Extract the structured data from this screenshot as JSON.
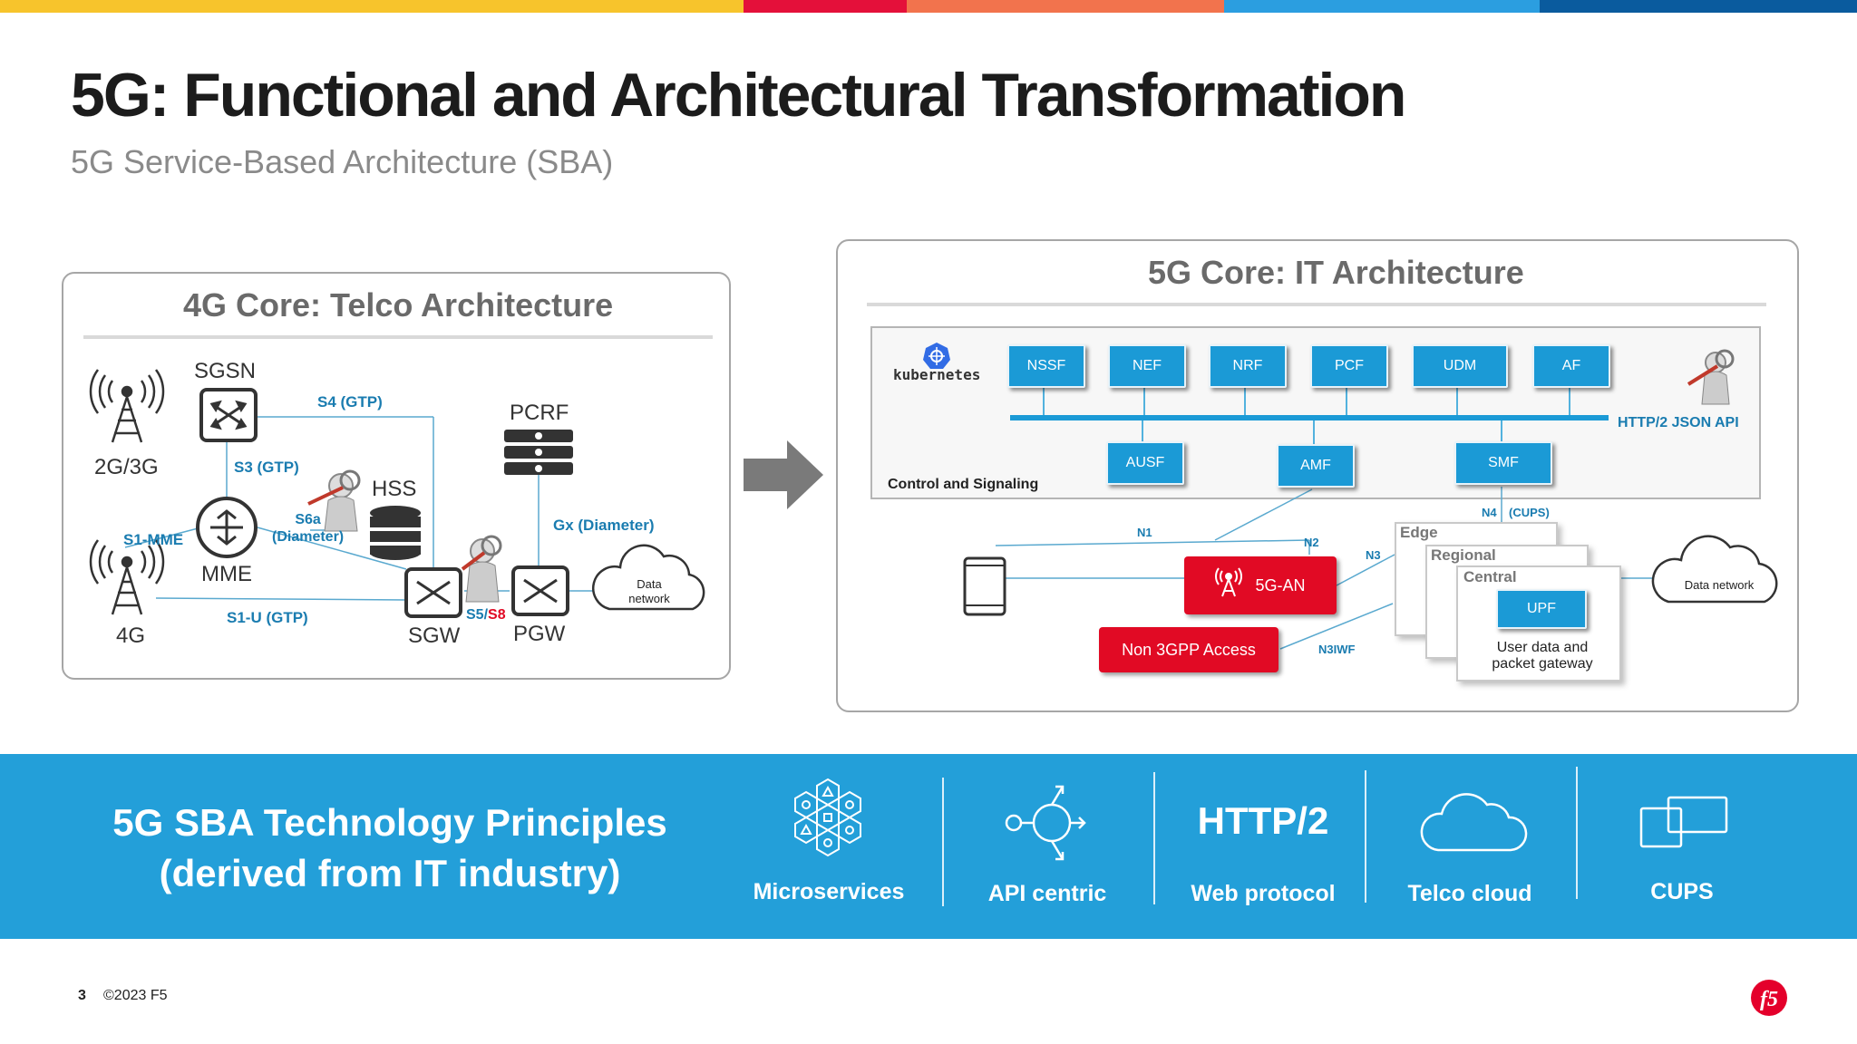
{
  "colors": {
    "topbar": [
      "#f7c42c",
      "#e4103a",
      "#f2734d",
      "#2b9ee0",
      "#0a5b9e"
    ],
    "accent_blue": "#1b9ad6",
    "band_blue": "#239fd9",
    "red": "#e10a24"
  },
  "header": {
    "title": "5G: Functional and Architectural Transformation",
    "subtitle": "5G Service-Based Architecture (SBA)"
  },
  "left_panel": {
    "title": "4G Core: Telco Architecture",
    "nodes": {
      "sgsn": "SGSN",
      "tower_2g3g": "2G/3G",
      "tower_4g": "4G",
      "mme": "MME",
      "hss": "HSS",
      "pcrf": "PCRF",
      "sgw": "SGW",
      "pgw": "PGW",
      "data_network": [
        "Data",
        "network"
      ]
    },
    "interfaces": {
      "s4": "S4 (GTP)",
      "s3": "S3 (GTP)",
      "s1_mme": "S1-MME",
      "s6a": [
        "S6a",
        "(Diameter)"
      ],
      "gx": "Gx (Diameter)",
      "s1_u": "S1-U (GTP)",
      "s5": "S5/",
      "s8": "S8"
    }
  },
  "right_panel": {
    "title": "5G Core: IT Architecture",
    "kubernetes": "kubernetes",
    "control_label": "Control and Signaling",
    "api_label": "HTTP/2 JSON API",
    "functions_top": [
      "NSSF",
      "NEF",
      "NRF",
      "PCF",
      "UDM",
      "AF"
    ],
    "functions_bottom": [
      "AUSF",
      "AMF",
      "SMF"
    ],
    "interfaces": {
      "n1": "N1",
      "n2": "N2",
      "n3": "N3",
      "n4": "N4",
      "cups": "(CUPS)",
      "n3iwf": "N3IWF"
    },
    "access_5g": "5G-AN",
    "access_non3gpp": "Non 3GPP Access",
    "tiers": [
      "Edge",
      "Regional",
      "Central"
    ],
    "upf": "UPF",
    "upf_desc": [
      "User data and",
      "packet gateway"
    ],
    "data_network": "Data network"
  },
  "principles": {
    "heading": [
      "5G SBA Technology Principles",
      "(derived from IT industry)"
    ],
    "items": [
      {
        "icon": "microservices-icon",
        "label": "Microservices"
      },
      {
        "icon": "api-icon",
        "label": "API centric"
      },
      {
        "icon": "http2-text",
        "label": "Web protocol",
        "big": "HTTP/2"
      },
      {
        "icon": "cloud-icon",
        "label": "Telco cloud"
      },
      {
        "icon": "cups-icon",
        "label": "CUPS"
      }
    ]
  },
  "footer": {
    "page": "3",
    "copyright": "©2023 F5",
    "logo": "f5"
  }
}
